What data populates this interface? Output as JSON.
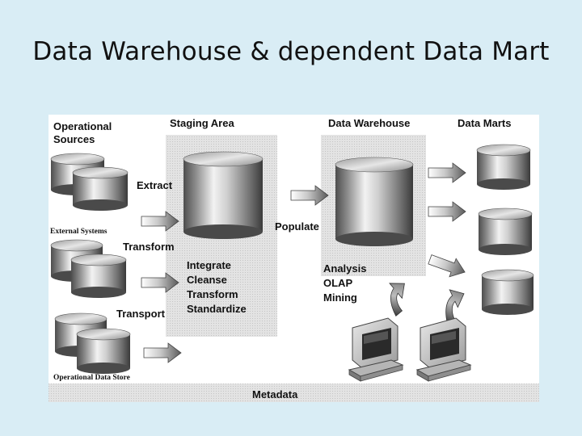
{
  "title": "Data Warehouse & dependent Data Mart",
  "diagram": {
    "operational_sources": [
      "Operational",
      "Sources"
    ],
    "staging_area": "Staging Area",
    "data_warehouse": "Data Warehouse",
    "data_marts": "Data Marts",
    "extract": "Extract",
    "external_systems": "External Systems",
    "populate": "Populate",
    "transform": "Transform",
    "staging_steps": [
      "Integrate",
      "Cleanse",
      "Transform",
      "Standardize"
    ],
    "analysis": [
      "Analysis",
      "OLAP",
      "Mining"
    ],
    "transport": "Transport",
    "operational_data_store": "Operational Data Store",
    "metadata": "Metadata"
  },
  "icons": {
    "database": "database-cylinder-icon",
    "arrow": "right-arrow-icon",
    "curved_arrow": "curved-up-arrow-icon",
    "computer": "computer-terminal-icon"
  }
}
